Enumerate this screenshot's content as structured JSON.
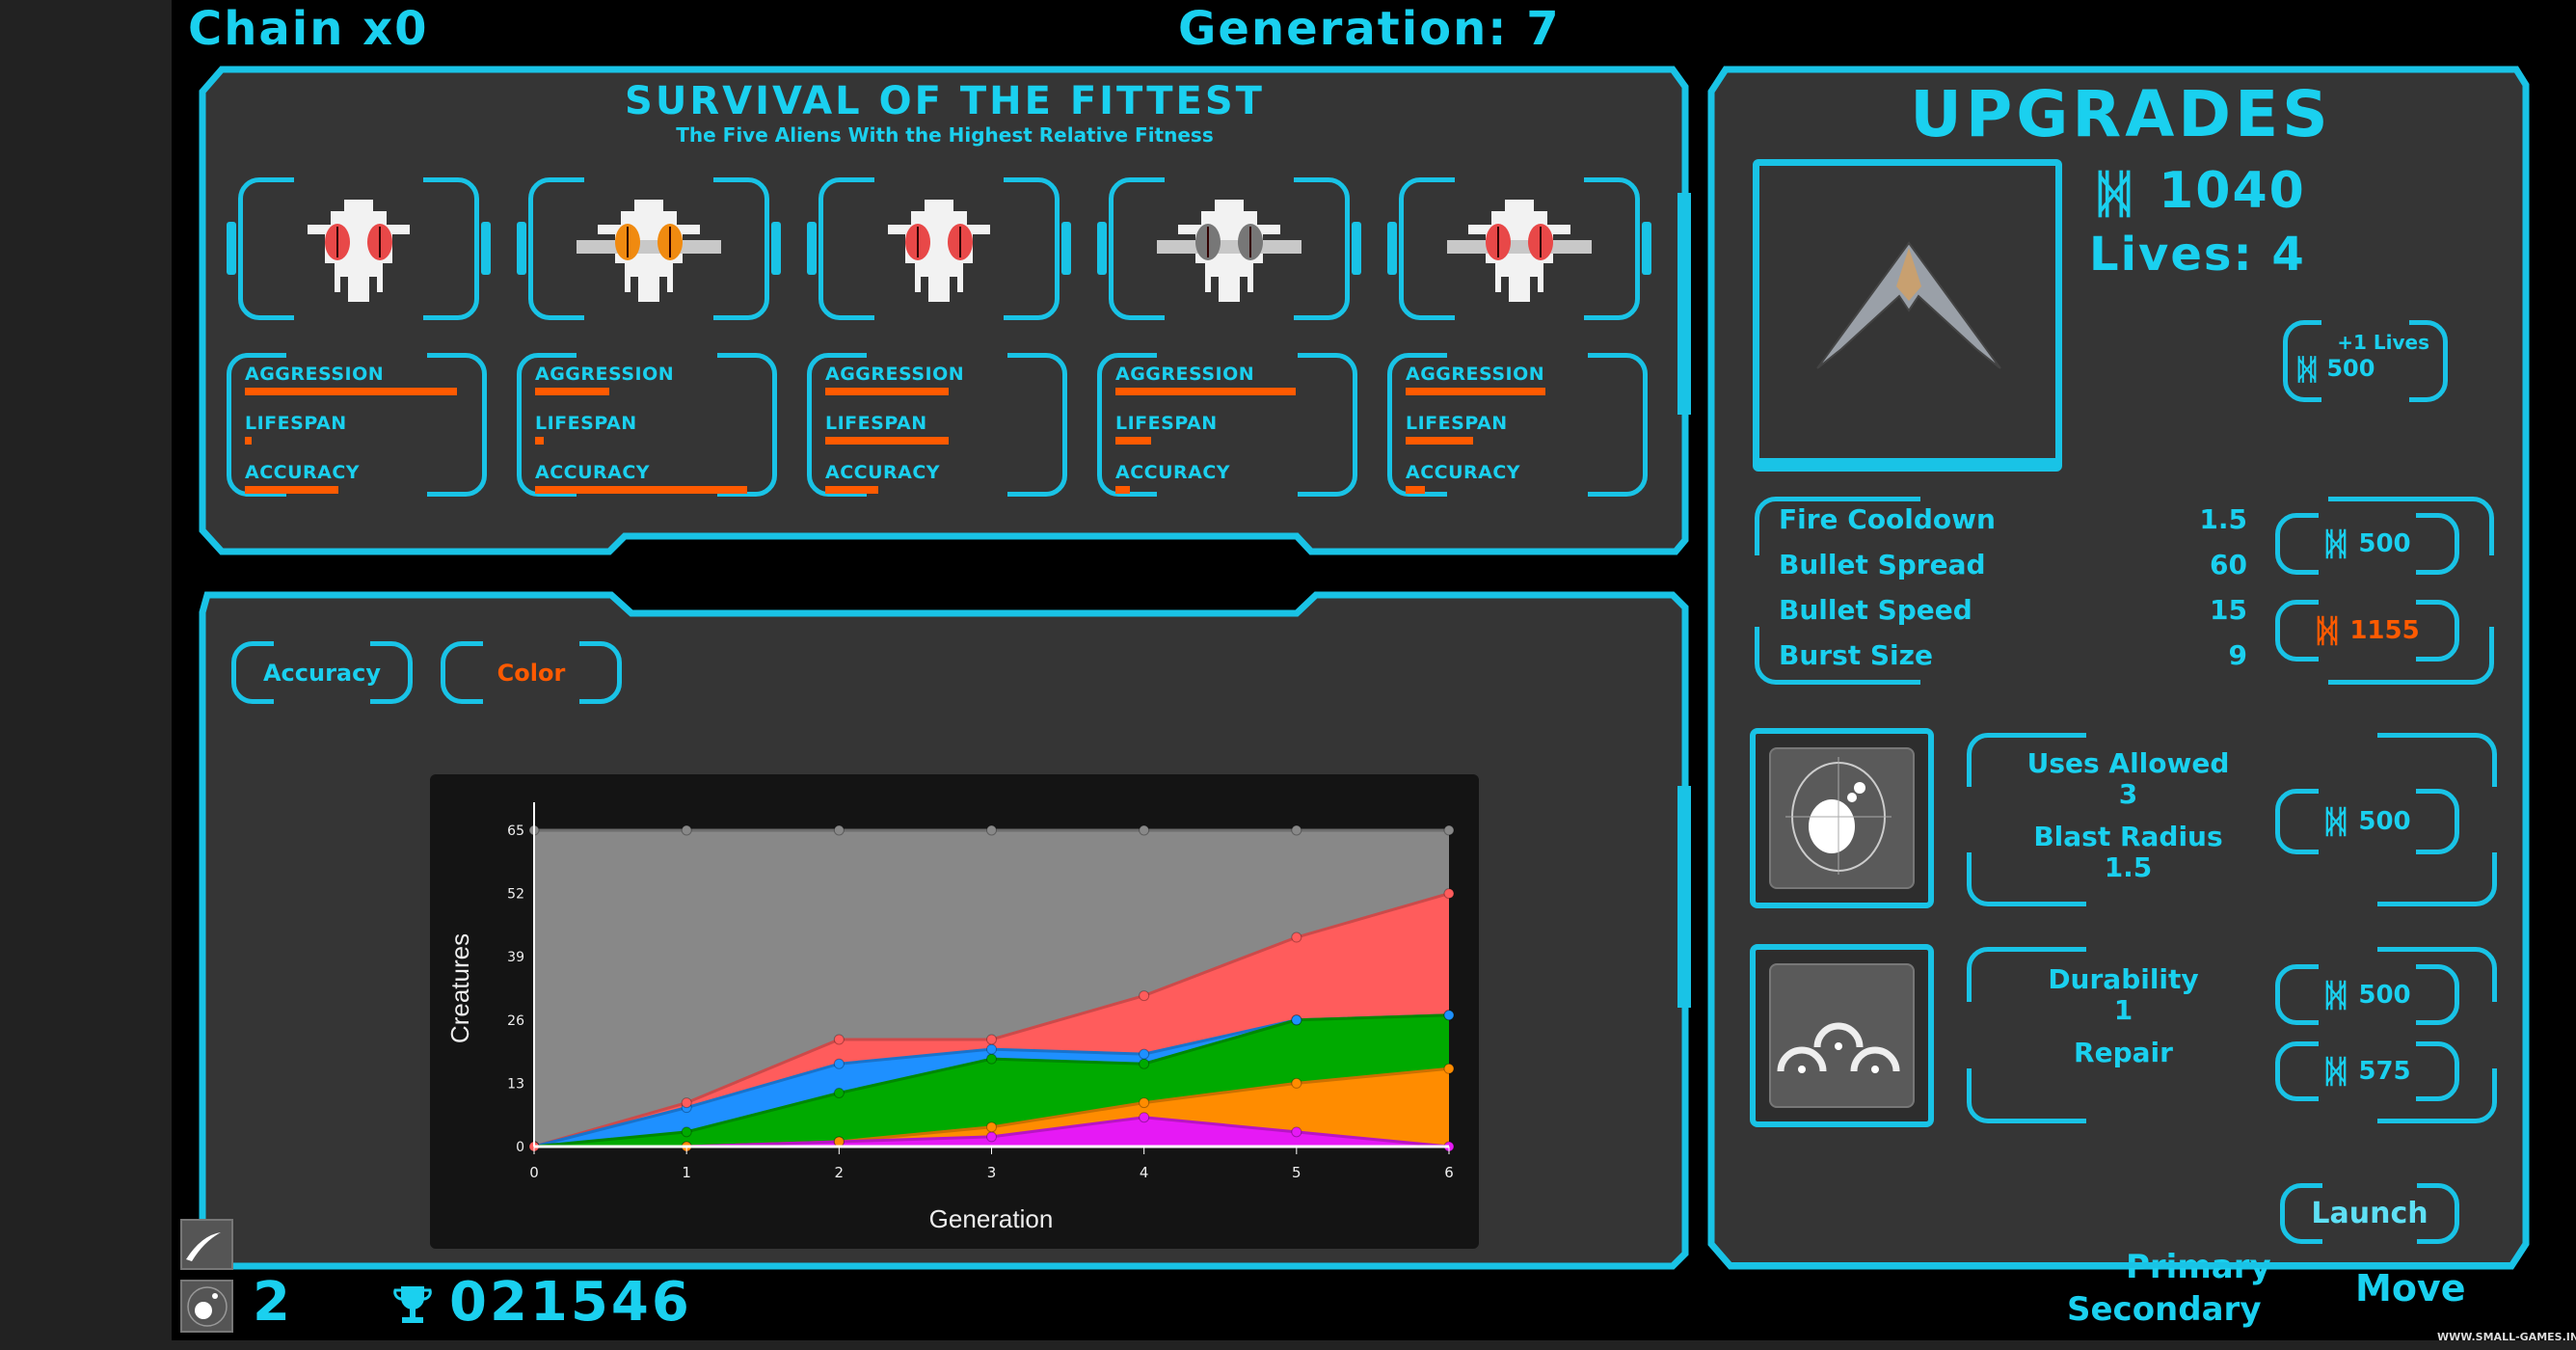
{
  "header": {
    "chain": "Chain x0",
    "generation": "Generation: 7"
  },
  "survival": {
    "title": "SURVIVAL OF THE FITTEST",
    "subtitle": "The Five Aliens With the Highest Relative Fitness",
    "stat_labels": {
      "aggression": "AGGRESSION",
      "lifespan": "LIFESPAN",
      "accuracy": "ACCURACY"
    },
    "aliens": [
      {
        "eye_color": "#e84848",
        "aggression": 1.0,
        "lifespan": 0.03,
        "accuracy": 0.44
      },
      {
        "eye_color": "#f08a10",
        "aggression": 0.35,
        "lifespan": 0.04,
        "accuracy": 1.0
      },
      {
        "eye_color": "#e84848",
        "aggression": 0.58,
        "lifespan": 0.58,
        "accuracy": 0.25
      },
      {
        "eye_color": "#777777",
        "aggression": 0.85,
        "lifespan": 0.17,
        "accuracy": 0.07
      },
      {
        "eye_color": "#e84848",
        "aggression": 0.66,
        "lifespan": 0.32,
        "accuracy": 0.09
      }
    ]
  },
  "graph_panel": {
    "buttons": {
      "accuracy": "Accuracy",
      "color": "Color"
    }
  },
  "chart_data": {
    "type": "area",
    "stacked": true,
    "xlabel": "Generation",
    "ylabel": "Creatures",
    "x": [
      0,
      1,
      2,
      3,
      4,
      5,
      6
    ],
    "x_ticks": [
      "0",
      "1",
      "2",
      "3",
      "4",
      "5",
      "6"
    ],
    "y_ticks": [
      "0",
      "13",
      "26",
      "39",
      "52",
      "65"
    ],
    "ylim": [
      0,
      65
    ],
    "series": [
      {
        "name": "purple",
        "color": "#e619f5",
        "values": [
          0,
          0,
          1,
          2,
          6,
          3,
          0
        ]
      },
      {
        "name": "orange",
        "color": "#ff8c00",
        "values": [
          0,
          0,
          0,
          2,
          3,
          10,
          16
        ]
      },
      {
        "name": "green",
        "color": "#00aa00",
        "values": [
          0,
          3,
          10,
          14,
          8,
          13,
          11
        ]
      },
      {
        "name": "blue",
        "color": "#1e90ff",
        "values": [
          0,
          5,
          6,
          2,
          2,
          0,
          0
        ]
      },
      {
        "name": "red",
        "color": "#ff5c5c",
        "values": [
          0,
          1,
          5,
          2,
          12,
          17,
          25
        ]
      },
      {
        "name": "gray",
        "color": "#888888",
        "values": [
          65,
          56,
          43,
          43,
          34,
          22,
          13
        ]
      }
    ]
  },
  "upgrades": {
    "title": "UPGRADES",
    "credits": "1040",
    "lives": "Lives: 4",
    "extra_life": {
      "label": "+1 Lives",
      "cost": "500"
    },
    "weapon_stats": [
      {
        "label": "Fire Cooldown",
        "value": "1.5"
      },
      {
        "label": "Bullet Spread",
        "value": "60"
      },
      {
        "label": "Bullet Speed",
        "value": "15"
      },
      {
        "label": "Burst Size",
        "value": "9"
      }
    ],
    "weapon_costs": [
      {
        "cost": "500",
        "affordable": true
      },
      {
        "cost": "1155",
        "affordable": false
      }
    ],
    "bomb": {
      "uses_label": "Uses Allowed",
      "uses": "3",
      "radius_label": "Blast Radius",
      "radius": "1.5",
      "cost": "500"
    },
    "shield": {
      "durability_label": "Durability",
      "durability": "1",
      "repair_label": "Repair",
      "durability_cost": "500",
      "repair_cost": "575"
    },
    "launch": "Launch"
  },
  "footer": {
    "bombs": "2",
    "score": "021546",
    "primary": "Primary",
    "secondary": "Secondary",
    "move": "Move",
    "watermark": "WWW.SMALL-GAMES.INFO"
  },
  "colors": {
    "accent": "#1ad0ef",
    "panel": "#353535",
    "warning": "#ff5a00"
  }
}
